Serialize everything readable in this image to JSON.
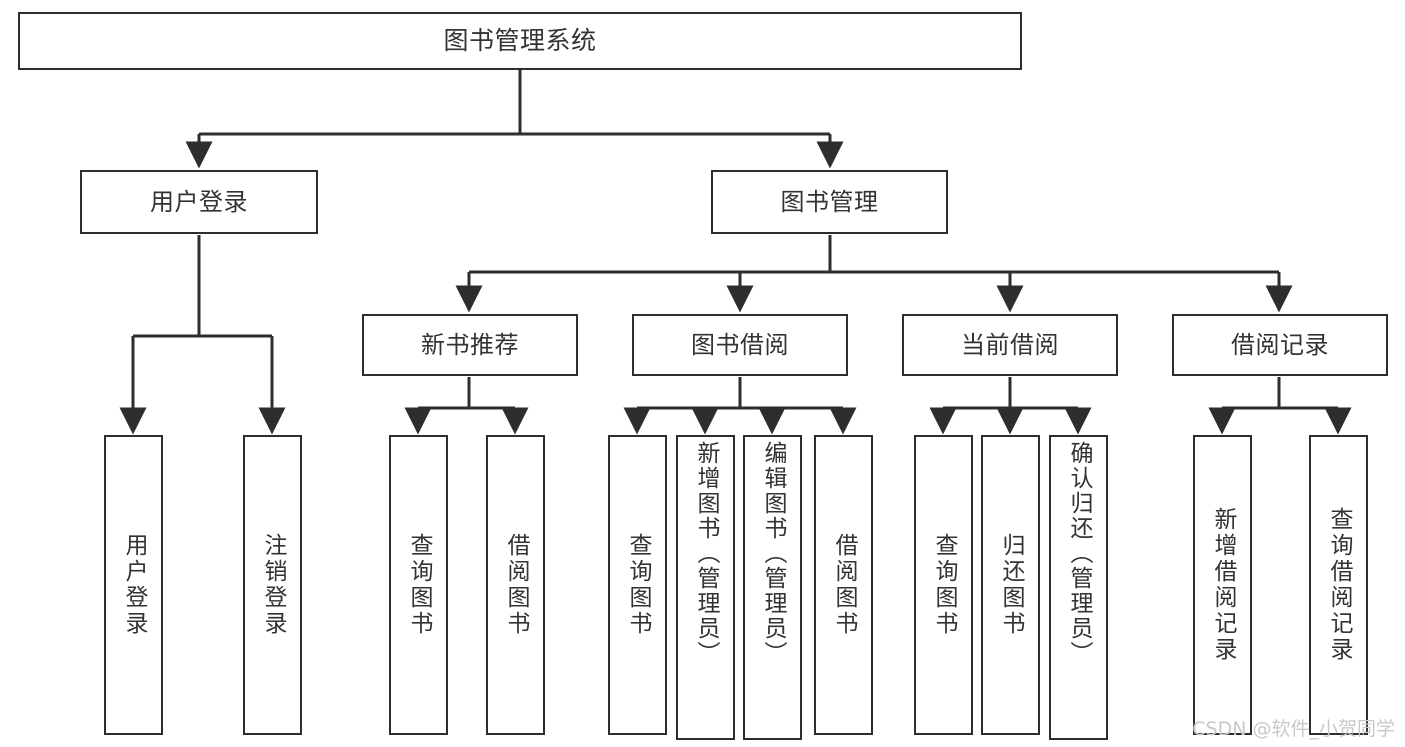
{
  "diagram": {
    "type": "tree",
    "title": "图书管理系统",
    "watermark": "CSDN @软件_小贺同学",
    "colors": {
      "box_border": "#2e2e2e",
      "text": "#333333",
      "connector": "#2e2e2e",
      "background": "#ffffff",
      "watermark": "#c9c9c9"
    },
    "root": {
      "label": "图书管理系统"
    },
    "level2": [
      {
        "label": "用户登录"
      },
      {
        "label": "图书管理"
      }
    ],
    "level3": [
      {
        "label": "新书推荐"
      },
      {
        "label": "图书借阅"
      },
      {
        "label": "当前借阅"
      },
      {
        "label": "借阅记录"
      }
    ],
    "leaves": {
      "user_login": [
        {
          "label": "用户登录"
        },
        {
          "label": "注销登录"
        }
      ],
      "new_book_recommend": [
        {
          "label": "查询图书"
        },
        {
          "label": "借阅图书"
        }
      ],
      "book_borrow": [
        {
          "label": "查询图书"
        },
        {
          "label": "新增图书（管理员）"
        },
        {
          "label": "编辑图书（管理员）"
        },
        {
          "label": "借阅图书"
        }
      ],
      "current_borrow": [
        {
          "label": "查询图书"
        },
        {
          "label": "归还图书"
        },
        {
          "label": "确认归还（管理员）"
        }
      ],
      "borrow_record": [
        {
          "label": "新增借阅记录"
        },
        {
          "label": "查询借阅记录"
        }
      ]
    }
  }
}
